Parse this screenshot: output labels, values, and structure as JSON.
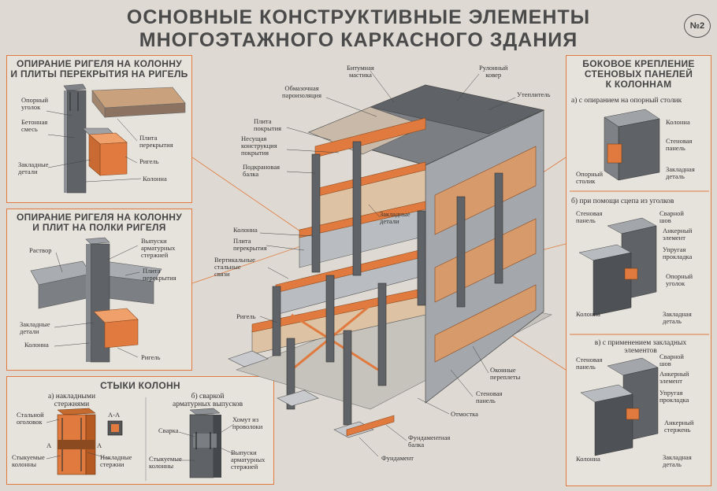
{
  "title": {
    "line1": "ОСНОВНЫЕ КОНСТРУКТИВНЫЕ ЭЛЕМЕНТЫ",
    "line2": "МНОГОЭТАЖНОГО КАРКАСНОГО ЗДАНИЯ",
    "plate_number": "№2"
  },
  "colors": {
    "accent": "#e07a3e",
    "steel_dark": "#5c5f63",
    "steel_light": "#9ea1a5",
    "slab": "#d9b99a",
    "background": "#dedad3"
  },
  "panel_rigel_column": {
    "title_line1": "ОПИРАНИЕ РИГЕЛЯ НА КОЛОННУ",
    "title_line2": "И ПЛИТЫ ПЕРЕКРЫТИЯ НА РИГЕЛЬ",
    "labels": {
      "support_corner": "Опорный\nуголок",
      "concrete_mix": "Бетонная\nсмесь",
      "floor_slab": "Плита\nперекрытия",
      "rigel": "Ригель",
      "embedded": "Закладные\nдетали",
      "column": "Колонна"
    }
  },
  "panel_rigel_shelf": {
    "title_line1": "ОПИРАНИЕ РИГЕЛЯ НА КОЛОННУ",
    "title_line2": "И ПЛИТ НА ПОЛКИ РИГЕЛЯ",
    "labels": {
      "mortar": "Раствор",
      "rebar_outlets": "Выпуски\nарматурных\nстержней",
      "floor_slab": "Плита\nперекрытия",
      "embedded": "Закладные\nдетали",
      "column": "Колонна",
      "rigel": "Ригель"
    }
  },
  "panel_column_joints": {
    "title": "СТЫКИ КОЛОНН",
    "sub_a": "а) накладными\nстержнями",
    "sub_b": "б) сваркой\nарматурных выпусков",
    "labels": {
      "steel_cap": "Стальной\nоголовок",
      "section": "А-А",
      "joined_columns_a": "Стыкуемые\nколонны",
      "overlay_rods": "Накладные\nстержни",
      "welding": "Сварка",
      "wire_clamp": "Хомут из\nпроволоки",
      "joined_columns_b": "Стыкуемые\nколонны",
      "rebar_outlets": "Выпуски\nарматурных\nстержней",
      "mark_a1": "А",
      "mark_a2": "А"
    }
  },
  "panel_side_fastening": {
    "title_line1": "БОКОВОЕ КРЕПЛЕНИЕ",
    "title_line2": "СТЕНОВЫХ ПАНЕЛЕЙ",
    "title_line3": "К КОЛОННАМ",
    "sub_a": "а) с опиранием на опорный столик",
    "sub_b": "б) при помощи сцепа из уголков",
    "sub_c": "в) с применением закладных\nэлементов",
    "labels_a": {
      "column": "Колонна",
      "wall_panel": "Стеновая\nпанель",
      "embedded": "Закладная\nдеталь",
      "support_table": "Опорный\nстолик"
    },
    "labels_b": {
      "wall_panel": "Стеновая\nпанель",
      "weld": "Сварной\nшов",
      "anchor": "Анкерный\nэлемент",
      "gasket": "Упругая\nпрокладка",
      "corner": "Опорный\nуголок",
      "column": "Колонна",
      "embedded": "Закладная\nдеталь"
    },
    "labels_c": {
      "wall_panel": "Стеновая\nпанель",
      "weld": "Сварной\nшов",
      "anchor": "Анкерный\nэлемент",
      "gasket": "Упругая\nпрокладка",
      "anchor_rod": "Анкерный\nстержень",
      "column": "Колонна",
      "embedded": "Закладная\nдеталь"
    }
  },
  "main_labels": {
    "bitumen": "Битумная\nмастика",
    "roll_roof": "Рулонный\nковер",
    "vapor_barrier": "Обмазочная\nпароизоляция",
    "insulation": "Утеплитель",
    "roof_slab": "Плита\nпокрытия",
    "roof_structure": "Несущая\nконструкция\nпокрытия",
    "crane_beam": "Подкрановая\nбалка",
    "embedded_parts": "Закладные\nдетали",
    "column": "Колонна",
    "floor_slab": "Плита\nперекрытия",
    "vertical_bracing": "Вертикальные\nстальные\nсвязи",
    "rigel": "Ригель",
    "window_frames": "Оконные\nпереплеты",
    "wall_panel": "Стеновая\nпанель",
    "blind_area": "Отмостка",
    "foundation_beam": "Фундаментная\nбалка",
    "foundation": "Фундамент"
  }
}
